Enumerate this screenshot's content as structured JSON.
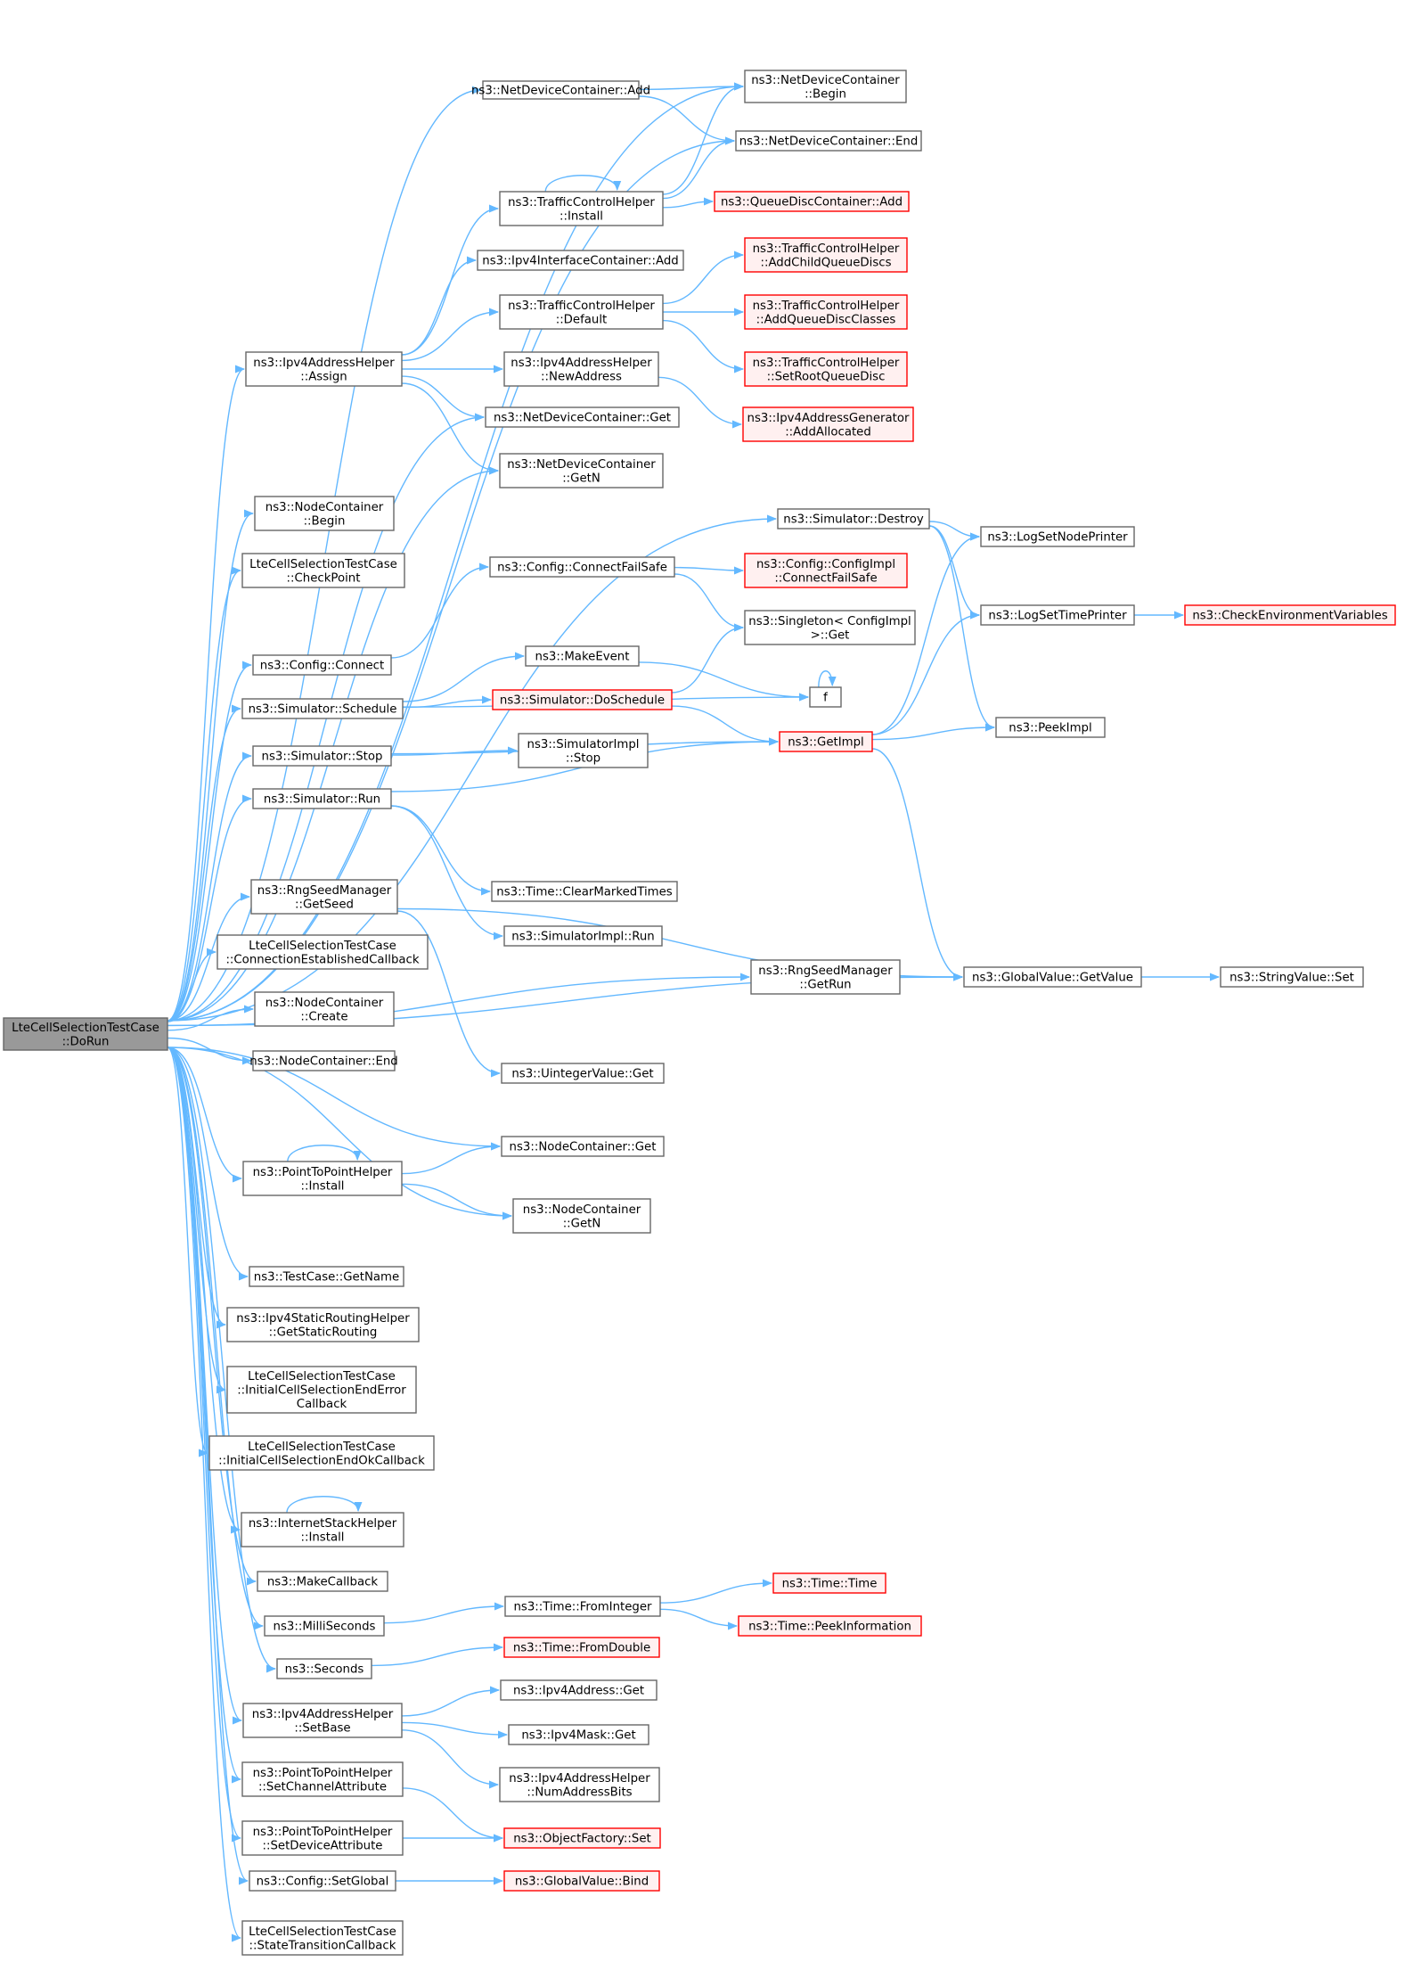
{
  "colors": {
    "edge": "#63b8ff",
    "normal_fill": "#ffffff",
    "normal_stroke": "#666666",
    "root_fill": "#999999",
    "root_stroke": "#666666",
    "red_fill": "#fff0f0",
    "red_stroke": "#ff0000"
  },
  "nodes": [
    {
      "id": "DoRun",
      "label": [
        "LteCellSelectionTestCase",
        "::DoRun"
      ],
      "kind": "root"
    },
    {
      "id": "ndcAdd",
      "label": [
        "ns3::NetDeviceContainer::Add"
      ],
      "kind": "normal"
    },
    {
      "id": "ndcBegin",
      "label": [
        "ns3::NetDeviceContainer",
        "::Begin"
      ],
      "kind": "normal"
    },
    {
      "id": "ndcEnd",
      "label": [
        "ns3::NetDeviceContainer::End"
      ],
      "kind": "normal"
    },
    {
      "id": "tchInstall",
      "label": [
        "ns3::TrafficControlHelper",
        "::Install"
      ],
      "kind": "normal"
    },
    {
      "id": "qdcAdd",
      "label": [
        "ns3::QueueDiscContainer::Add"
      ],
      "kind": "red"
    },
    {
      "id": "ipicAdd",
      "label": [
        "ns3::Ipv4InterfaceContainer::Add"
      ],
      "kind": "normal"
    },
    {
      "id": "tchAddChild",
      "label": [
        "ns3::TrafficControlHelper",
        "::AddChildQueueDiscs"
      ],
      "kind": "red"
    },
    {
      "id": "tchDefault",
      "label": [
        "ns3::TrafficControlHelper",
        "::Default"
      ],
      "kind": "normal"
    },
    {
      "id": "tchAddClasses",
      "label": [
        "ns3::TrafficControlHelper",
        "::AddQueueDiscClasses"
      ],
      "kind": "red"
    },
    {
      "id": "ipahAssign",
      "label": [
        "ns3::Ipv4AddressHelper",
        "::Assign"
      ],
      "kind": "normal"
    },
    {
      "id": "ipahNewAddr",
      "label": [
        "ns3::Ipv4AddressHelper",
        "::NewAddress"
      ],
      "kind": "normal"
    },
    {
      "id": "tchSetRoot",
      "label": [
        "ns3::TrafficControlHelper",
        "::SetRootQueueDisc"
      ],
      "kind": "red"
    },
    {
      "id": "ndcGet",
      "label": [
        "ns3::NetDeviceContainer::Get"
      ],
      "kind": "normal"
    },
    {
      "id": "ipagAddAlloc",
      "label": [
        "ns3::Ipv4AddressGenerator",
        "::AddAllocated"
      ],
      "kind": "red"
    },
    {
      "id": "ndcGetN",
      "label": [
        "ns3::NetDeviceContainer",
        "::GetN"
      ],
      "kind": "normal"
    },
    {
      "id": "ncBegin",
      "label": [
        "ns3::NodeContainer",
        "::Begin"
      ],
      "kind": "normal"
    },
    {
      "id": "simDestroy",
      "label": [
        "ns3::Simulator::Destroy"
      ],
      "kind": "normal"
    },
    {
      "id": "logSetNode",
      "label": [
        "ns3::LogSetNodePrinter"
      ],
      "kind": "normal"
    },
    {
      "id": "checkPoint",
      "label": [
        "LteCellSelectionTestCase",
        "::CheckPoint"
      ],
      "kind": "normal"
    },
    {
      "id": "cfgConnFS",
      "label": [
        "ns3::Config::ConnectFailSafe"
      ],
      "kind": "normal"
    },
    {
      "id": "cfgImplCFS",
      "label": [
        "ns3::Config::ConfigImpl",
        "::ConnectFailSafe"
      ],
      "kind": "red"
    },
    {
      "id": "logSetTime",
      "label": [
        "ns3::LogSetTimePrinter"
      ],
      "kind": "normal"
    },
    {
      "id": "checkEnv",
      "label": [
        "ns3::CheckEnvironmentVariables"
      ],
      "kind": "red"
    },
    {
      "id": "singletonGet",
      "label": [
        "ns3::Singleton< ConfigImpl",
        " >::Get"
      ],
      "kind": "normal"
    },
    {
      "id": "cfgConnect",
      "label": [
        "ns3::Config::Connect"
      ],
      "kind": "normal"
    },
    {
      "id": "makeEvent",
      "label": [
        "ns3::MakeEvent"
      ],
      "kind": "normal"
    },
    {
      "id": "f",
      "label": [
        "f"
      ],
      "kind": "normal"
    },
    {
      "id": "simSchedule",
      "label": [
        "ns3::Simulator::Schedule"
      ],
      "kind": "normal"
    },
    {
      "id": "simDoSchedule",
      "label": [
        "ns3::Simulator::DoSchedule"
      ],
      "kind": "red"
    },
    {
      "id": "getImpl",
      "label": [
        "ns3::GetImpl"
      ],
      "kind": "red"
    },
    {
      "id": "peekImpl",
      "label": [
        "ns3::PeekImpl"
      ],
      "kind": "normal"
    },
    {
      "id": "simStop",
      "label": [
        "ns3::Simulator::Stop"
      ],
      "kind": "normal"
    },
    {
      "id": "simImplStop",
      "label": [
        "ns3::SimulatorImpl",
        "::Stop"
      ],
      "kind": "normal"
    },
    {
      "id": "simRun",
      "label": [
        "ns3::Simulator::Run"
      ],
      "kind": "normal"
    },
    {
      "id": "rngGetSeed",
      "label": [
        "ns3::RngSeedManager",
        "::GetSeed"
      ],
      "kind": "normal"
    },
    {
      "id": "timeClear",
      "label": [
        "ns3::Time::ClearMarkedTimes"
      ],
      "kind": "normal"
    },
    {
      "id": "connEstCb",
      "label": [
        "LteCellSelectionTestCase",
        "::ConnectionEstablishedCallback"
      ],
      "kind": "normal"
    },
    {
      "id": "simImplRun",
      "label": [
        "ns3::SimulatorImpl::Run"
      ],
      "kind": "normal"
    },
    {
      "id": "rngGetRun",
      "label": [
        "ns3::RngSeedManager",
        "::GetRun"
      ],
      "kind": "normal"
    },
    {
      "id": "gvGetValue",
      "label": [
        "ns3::GlobalValue::GetValue"
      ],
      "kind": "normal"
    },
    {
      "id": "strValSet",
      "label": [
        "ns3::StringValue::Set"
      ],
      "kind": "normal"
    },
    {
      "id": "ncCreate",
      "label": [
        "ns3::NodeContainer",
        "::Create"
      ],
      "kind": "normal"
    },
    {
      "id": "ncEnd",
      "label": [
        "ns3::NodeContainer::End"
      ],
      "kind": "normal"
    },
    {
      "id": "uintValGet",
      "label": [
        "ns3::UintegerValue::Get"
      ],
      "kind": "normal"
    },
    {
      "id": "ncGet",
      "label": [
        "ns3::NodeContainer::Get"
      ],
      "kind": "normal"
    },
    {
      "id": "p2pInstall",
      "label": [
        "ns3::PointToPointHelper",
        "::Install"
      ],
      "kind": "normal"
    },
    {
      "id": "ncGetN",
      "label": [
        "ns3::NodeContainer",
        "::GetN"
      ],
      "kind": "normal"
    },
    {
      "id": "tcGetName",
      "label": [
        "ns3::TestCase::GetName"
      ],
      "kind": "normal"
    },
    {
      "id": "ipsrhGetSR",
      "label": [
        "ns3::Ipv4StaticRoutingHelper",
        "::GetStaticRouting"
      ],
      "kind": "normal"
    },
    {
      "id": "initErrCb",
      "label": [
        "LteCellSelectionTestCase",
        "::InitialCellSelectionEndError",
        "Callback"
      ],
      "kind": "normal"
    },
    {
      "id": "initOkCb",
      "label": [
        "LteCellSelectionTestCase",
        "::InitialCellSelectionEndOkCallback"
      ],
      "kind": "normal"
    },
    {
      "id": "ishInstall",
      "label": [
        "ns3::InternetStackHelper",
        "::Install"
      ],
      "kind": "normal"
    },
    {
      "id": "makeCallback",
      "label": [
        "ns3::MakeCallback"
      ],
      "kind": "normal"
    },
    {
      "id": "timeTime",
      "label": [
        "ns3::Time::Time"
      ],
      "kind": "red"
    },
    {
      "id": "milliSeconds",
      "label": [
        "ns3::MilliSeconds"
      ],
      "kind": "normal"
    },
    {
      "id": "timeFromInt",
      "label": [
        "ns3::Time::FromInteger"
      ],
      "kind": "normal"
    },
    {
      "id": "timePeekInfo",
      "label": [
        "ns3::Time::PeekInformation"
      ],
      "kind": "red"
    },
    {
      "id": "seconds",
      "label": [
        "ns3::Seconds"
      ],
      "kind": "normal"
    },
    {
      "id": "timeFromDbl",
      "label": [
        "ns3::Time::FromDouble"
      ],
      "kind": "red"
    },
    {
      "id": "ipaGet",
      "label": [
        "ns3::Ipv4Address::Get"
      ],
      "kind": "normal"
    },
    {
      "id": "ipahSetBase",
      "label": [
        "ns3::Ipv4AddressHelper",
        "::SetBase"
      ],
      "kind": "normal"
    },
    {
      "id": "ipmGet",
      "label": [
        "ns3::Ipv4Mask::Get"
      ],
      "kind": "normal"
    },
    {
      "id": "ipahNumBits",
      "label": [
        "ns3::Ipv4AddressHelper",
        "::NumAddressBits"
      ],
      "kind": "normal"
    },
    {
      "id": "p2pSetChan",
      "label": [
        "ns3::PointToPointHelper",
        "::SetChannelAttribute"
      ],
      "kind": "normal"
    },
    {
      "id": "p2pSetDev",
      "label": [
        "ns3::PointToPointHelper",
        "::SetDeviceAttribute"
      ],
      "kind": "normal"
    },
    {
      "id": "objFactSet",
      "label": [
        "ns3::ObjectFactory::Set"
      ],
      "kind": "red"
    },
    {
      "id": "cfgSetGlobal",
      "label": [
        "ns3::Config::SetGlobal"
      ],
      "kind": "normal"
    },
    {
      "id": "gvBind",
      "label": [
        "ns3::GlobalValue::Bind"
      ],
      "kind": "red"
    },
    {
      "id": "stateTransCb",
      "label": [
        "LteCellSelectionTestCase",
        "::StateTransitionCallback"
      ],
      "kind": "normal"
    }
  ],
  "edges": [
    [
      "DoRun",
      "ndcAdd"
    ],
    [
      "DoRun",
      "ndcBegin"
    ],
    [
      "DoRun",
      "ndcEnd"
    ],
    [
      "DoRun",
      "ipahAssign"
    ],
    [
      "DoRun",
      "ndcGet"
    ],
    [
      "DoRun",
      "ndcGetN"
    ],
    [
      "DoRun",
      "ncBegin"
    ],
    [
      "DoRun",
      "checkPoint"
    ],
    [
      "DoRun",
      "cfgConnect"
    ],
    [
      "DoRun",
      "simSchedule"
    ],
    [
      "DoRun",
      "simStop"
    ],
    [
      "DoRun",
      "simRun"
    ],
    [
      "DoRun",
      "simDestroy"
    ],
    [
      "DoRun",
      "rngGetSeed"
    ],
    [
      "DoRun",
      "rngGetRun"
    ],
    [
      "DoRun",
      "connEstCb"
    ],
    [
      "DoRun",
      "ncCreate"
    ],
    [
      "DoRun",
      "ncEnd"
    ],
    [
      "DoRun",
      "ncGet"
    ],
    [
      "DoRun",
      "ncGetN"
    ],
    [
      "DoRun",
      "p2pInstall"
    ],
    [
      "DoRun",
      "tcGetName"
    ],
    [
      "DoRun",
      "ipsrhGetSR"
    ],
    [
      "DoRun",
      "initErrCb"
    ],
    [
      "DoRun",
      "initOkCb"
    ],
    [
      "DoRun",
      "ishInstall"
    ],
    [
      "DoRun",
      "makeCallback"
    ],
    [
      "DoRun",
      "milliSeconds"
    ],
    [
      "DoRun",
      "seconds"
    ],
    [
      "DoRun",
      "ipahSetBase"
    ],
    [
      "DoRun",
      "p2pSetChan"
    ],
    [
      "DoRun",
      "p2pSetDev"
    ],
    [
      "DoRun",
      "cfgSetGlobal"
    ],
    [
      "DoRun",
      "stateTransCb"
    ],
    [
      "DoRun",
      "gvGetValue"
    ],
    [
      "ndcAdd",
      "ndcBegin"
    ],
    [
      "ndcAdd",
      "ndcEnd"
    ],
    [
      "tchInstall",
      "ndcBegin"
    ],
    [
      "tchInstall",
      "ndcEnd"
    ],
    [
      "tchInstall",
      "qdcAdd"
    ],
    [
      "tchInstall",
      "tchInstall"
    ],
    [
      "ipahAssign",
      "tchInstall"
    ],
    [
      "ipahAssign",
      "ipicAdd"
    ],
    [
      "ipahAssign",
      "tchDefault"
    ],
    [
      "ipahAssign",
      "ipahNewAddr"
    ],
    [
      "ipahAssign",
      "ndcGet"
    ],
    [
      "ipahAssign",
      "ndcGetN"
    ],
    [
      "tchDefault",
      "tchAddChild"
    ],
    [
      "tchDefault",
      "tchAddClasses"
    ],
    [
      "tchDefault",
      "tchSetRoot"
    ],
    [
      "ipahNewAddr",
      "ipagAddAlloc"
    ],
    [
      "simDestroy",
      "logSetNode"
    ],
    [
      "simDestroy",
      "logSetTime"
    ],
    [
      "simDestroy",
      "peekImpl"
    ],
    [
      "cfgConnect",
      "cfgConnFS"
    ],
    [
      "cfgConnFS",
      "cfgImplCFS"
    ],
    [
      "cfgConnFS",
      "singletonGet"
    ],
    [
      "logSetTime",
      "checkEnv"
    ],
    [
      "simSchedule",
      "makeEvent"
    ],
    [
      "simSchedule",
      "simDoSchedule"
    ],
    [
      "simSchedule",
      "f"
    ],
    [
      "makeEvent",
      "f"
    ],
    [
      "f",
      "f"
    ],
    [
      "simDoSchedule",
      "singletonGet"
    ],
    [
      "simDoSchedule",
      "getImpl"
    ],
    [
      "getImpl",
      "logSetNode"
    ],
    [
      "getImpl",
      "logSetTime"
    ],
    [
      "getImpl",
      "peekImpl"
    ],
    [
      "getImpl",
      "gvGetValue"
    ],
    [
      "simStop",
      "simImplStop"
    ],
    [
      "simStop",
      "getImpl"
    ],
    [
      "simRun",
      "getImpl"
    ],
    [
      "simRun",
      "timeClear"
    ],
    [
      "simRun",
      "simImplRun"
    ],
    [
      "rngGetSeed",
      "gvGetValue"
    ],
    [
      "rngGetSeed",
      "uintValGet"
    ],
    [
      "rngGetRun",
      "gvGetValue"
    ],
    [
      "gvGetValue",
      "strValSet"
    ],
    [
      "p2pInstall",
      "ncGet"
    ],
    [
      "p2pInstall",
      "ncGetN"
    ],
    [
      "p2pInstall",
      "p2pInstall"
    ],
    [
      "ishInstall",
      "ishInstall"
    ],
    [
      "milliSeconds",
      "timeFromInt"
    ],
    [
      "timeFromInt",
      "timeTime"
    ],
    [
      "timeFromInt",
      "timePeekInfo"
    ],
    [
      "seconds",
      "timeFromDbl"
    ],
    [
      "ipahSetBase",
      "ipaGet"
    ],
    [
      "ipahSetBase",
      "ipmGet"
    ],
    [
      "ipahSetBase",
      "ipahNumBits"
    ],
    [
      "p2pSetChan",
      "objFactSet"
    ],
    [
      "p2pSetDev",
      "objFactSet"
    ],
    [
      "cfgSetGlobal",
      "gvBind"
    ]
  ]
}
